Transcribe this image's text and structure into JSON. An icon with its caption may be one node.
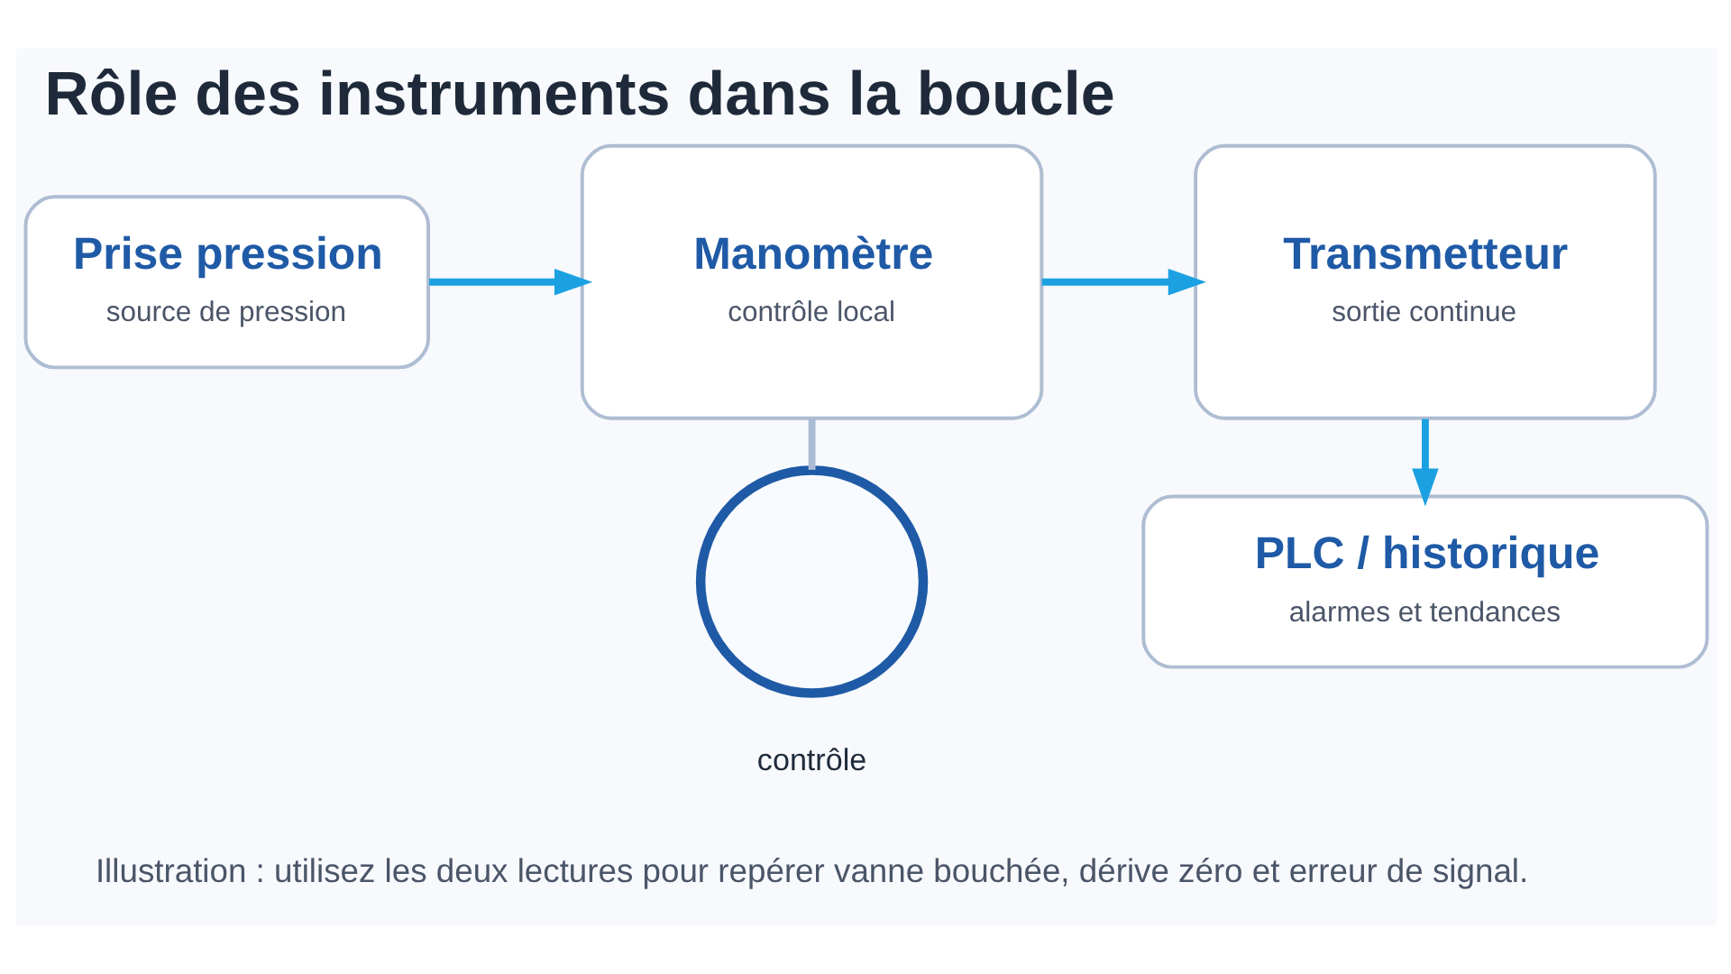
{
  "diagram": {
    "title": "Rôle des instruments dans la boucle",
    "caption": "Illustration : utilisez les deux lectures pour repérer vanne bouchée, dérive zéro et erreur de signal.",
    "nodes": [
      {
        "text": [
          "Prise pression",
          "source de pression"
        ]
      },
      {
        "text": [
          "Manomètre",
          "contrôle local"
        ]
      },
      {
        "text": [
          "Transmetteur",
          "sortie continue"
        ]
      },
      {
        "text": [
          "PLC / historique",
          "alarmes et tendances"
        ]
      },
      {
        "text": [],
        "shape": "circle",
        "beside": [
          "contrôle"
        ]
      }
    ],
    "edges": [
      {
        "from": 0,
        "to": 1,
        "arrow": "to"
      },
      {
        "from": 1,
        "to": 2,
        "arrow": "to"
      },
      {
        "from": 2,
        "to": 3,
        "arrow": "to"
      },
      {
        "from": 1,
        "to": 4,
        "arrow": "none",
        "color": "#a9bcd4"
      }
    ]
  }
}
